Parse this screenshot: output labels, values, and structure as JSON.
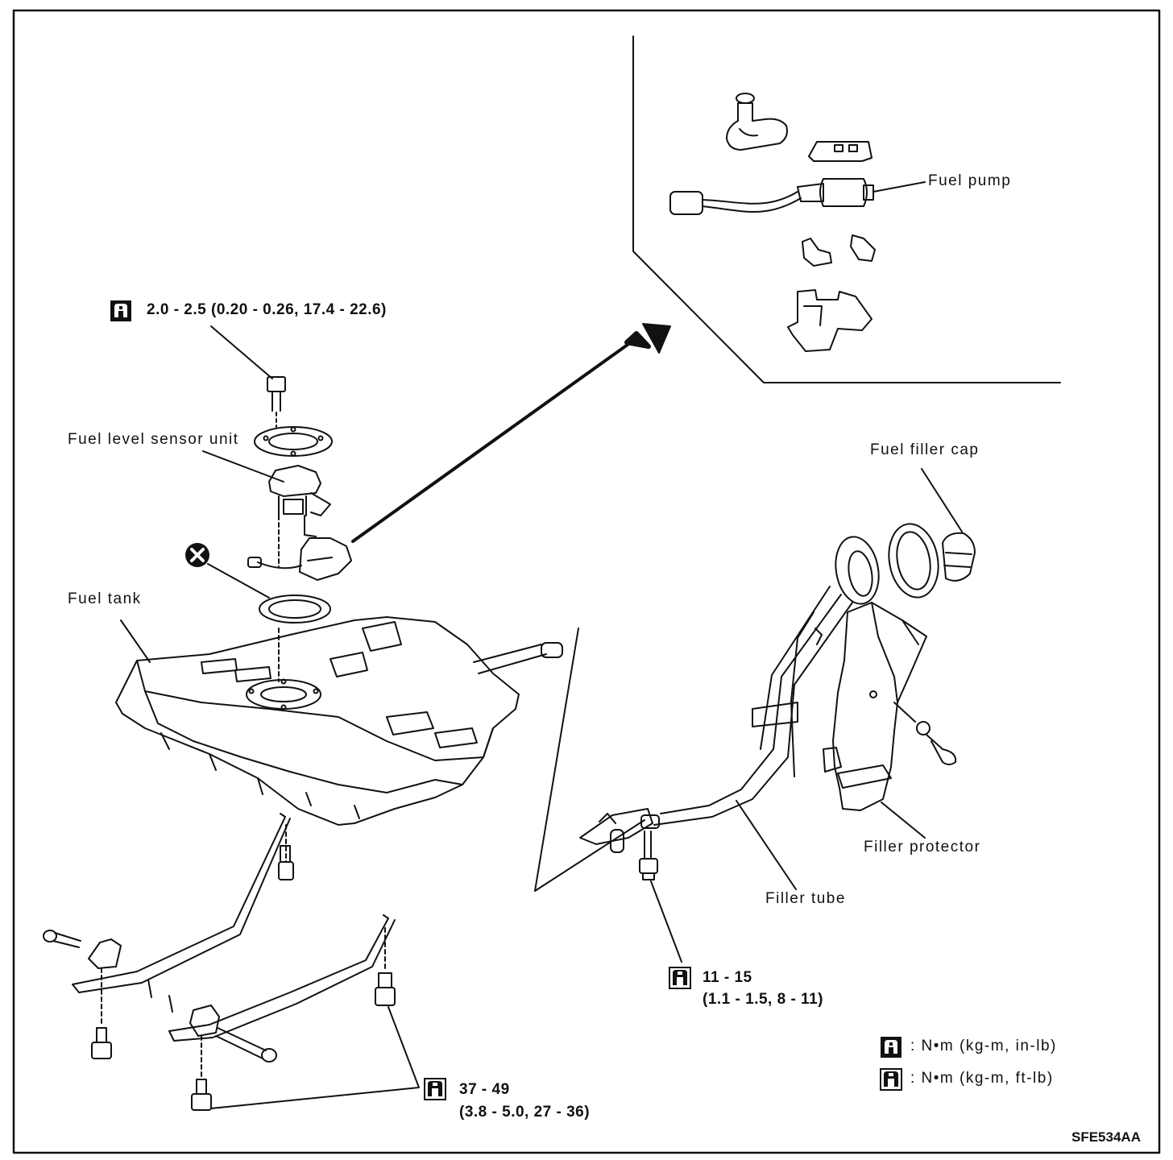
{
  "labels": {
    "fuel_pump": "Fuel pump",
    "fuel_level_sensor_unit": "Fuel level sensor unit",
    "fuel_tank": "Fuel tank",
    "fuel_filler_cap": "Fuel filler cap",
    "filler_protector": "Filler protector",
    "filler_tube": "Filler tube"
  },
  "torques": {
    "sensor_unit_bolt": "2.0 - 2.5 (0.20 - 0.26, 17.4 - 22.6)",
    "filler_tube_bolt_line1": "11 - 15",
    "filler_tube_bolt_line2": "(1.1 - 1.5, 8 - 11)",
    "tank_band_bolt_line1": "37 - 49",
    "tank_band_bolt_line2": "(3.8 - 5.0, 27 - 36)"
  },
  "legend": {
    "small_wrench": ": N•m (kg-m, in-lb)",
    "large_wrench": ": N•m (kg-m, ft-lb)"
  },
  "figure_code": "SFE534AA",
  "icons": [
    "torque-wrench-in-lb-icon",
    "torque-wrench-ft-lb-icon",
    "do-not-reuse-icon"
  ],
  "colors": {
    "ink": "#111111",
    "paper": "#ffffff"
  }
}
